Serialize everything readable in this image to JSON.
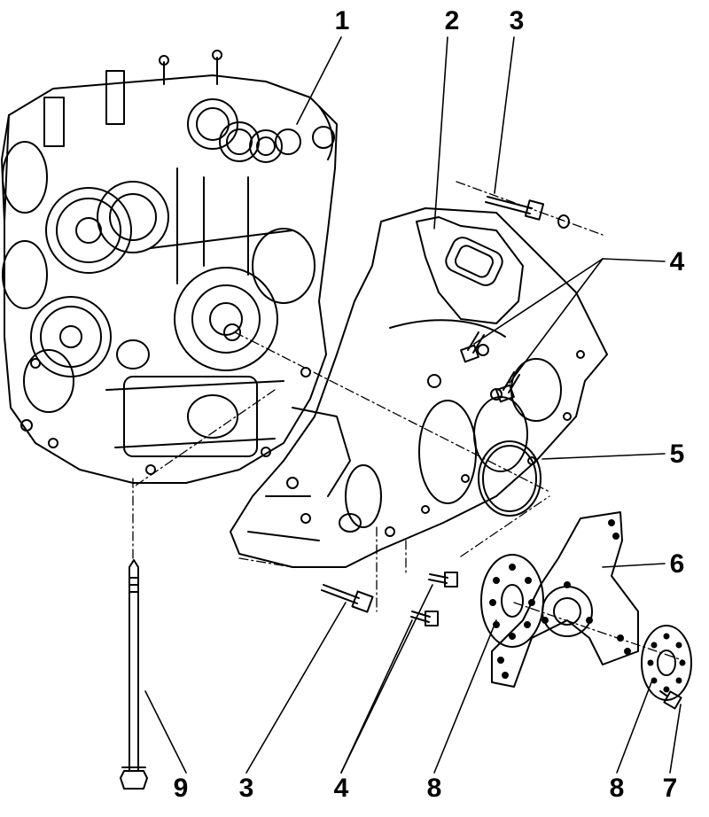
{
  "callouts": {
    "c1": "1",
    "c2": "2",
    "c3_top": "3",
    "c4_right": "4",
    "c5": "5",
    "c6": "6",
    "c9": "9",
    "c3_bottom": "3",
    "c4_bottom": "4",
    "c8_left": "8",
    "c8_right": "8",
    "c7": "7"
  },
  "colors": {
    "ink": "#000000",
    "paper": "#ffffff"
  }
}
